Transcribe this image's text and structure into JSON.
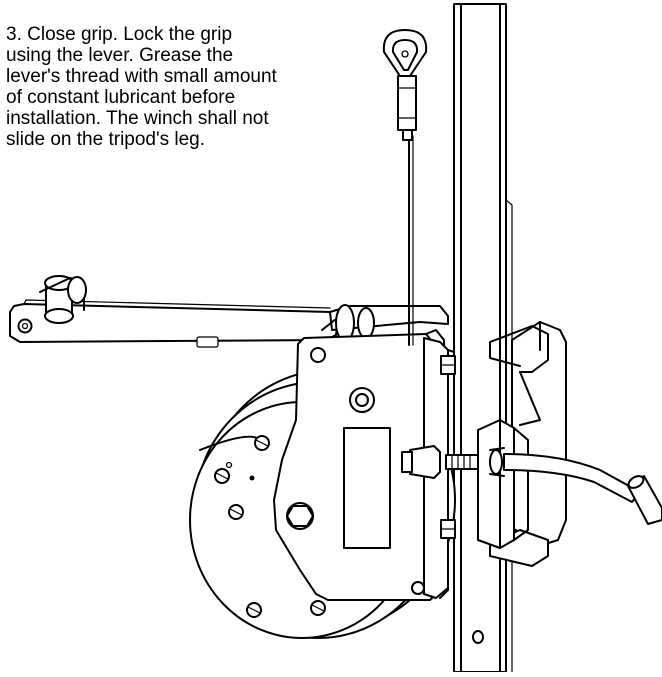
{
  "instruction": {
    "lines": [
      "3. Close grip. Lock the grip",
      "using the lever. Grease the",
      "lever's thread with small amount",
      "of constant lubricant before",
      "installation. The winch shall not",
      "slide on the tripod's leg."
    ]
  },
  "colors": {
    "line": "#000000",
    "background": "#ffffff"
  }
}
